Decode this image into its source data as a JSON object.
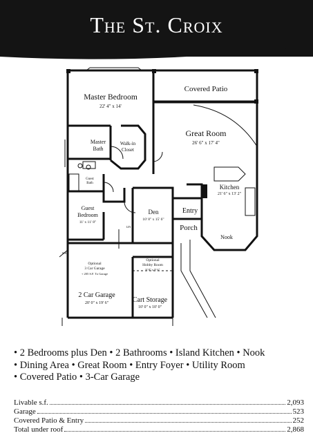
{
  "title": "The St. Croix",
  "rooms": {
    "master_bedroom": {
      "name": "Master Bedroom",
      "dims": "22' 4\" x 14'"
    },
    "covered_patio": {
      "name": "Covered Patio"
    },
    "great_room": {
      "name": "Great Room",
      "dims": "26' 6\" x 17' 4\""
    },
    "master_bath": {
      "name_line1": "Master",
      "name_line2": "Bath"
    },
    "walk_in_closet": {
      "name_line1": "Walk-in",
      "name_line2": "Closet"
    },
    "guest_bath": {
      "name_line1": "Guest",
      "name_line2": "Bath"
    },
    "kitchen": {
      "name": "Kitchen",
      "dims": "21' 6\" x 13' 2\""
    },
    "guest_bedroom": {
      "name_line1": "Guest",
      "name_line2": "Bedroom",
      "dims": "11' x 11' 8\""
    },
    "den": {
      "name": "Den",
      "dims": "10' 8\" x 15' 6\""
    },
    "entry": {
      "name": "Entry"
    },
    "porch": {
      "name": "Porch"
    },
    "nook": {
      "name": "Nook"
    },
    "optional_3car": {
      "line1": "Optional",
      "line2": "3 Car Garage",
      "line3": "+ 205 S.F. To Garage"
    },
    "hobby_room": {
      "line1": "Optional",
      "line2": "Hobby Room",
      "dims": "9' 8\" x 9' 6\""
    },
    "garage": {
      "name": "2 Car Garage",
      "dims": "20' 0\" x 19' 6\""
    },
    "cart_storage": {
      "name": "Cart Storage",
      "dims": "10' 0\" x 10' 0\""
    },
    "wh": "WH",
    "linen": "LIN"
  },
  "features": {
    "line1": "• 2 Bedrooms plus Den  • 2 Bathrooms • Island Kitchen • Nook",
    "line2": "• Dining Area  • Great Room •  Entry Foyer • Utility Room",
    "line3": "• Covered Patio • 3-Car Garage"
  },
  "stats": [
    {
      "label": "Livable s.f.",
      "value": "2,093"
    },
    {
      "label": "Garage",
      "value": "523"
    },
    {
      "label": "Covered Patio & Entry",
      "value": "252"
    },
    {
      "label": "Total under roof",
      "value": "2,868"
    }
  ]
}
